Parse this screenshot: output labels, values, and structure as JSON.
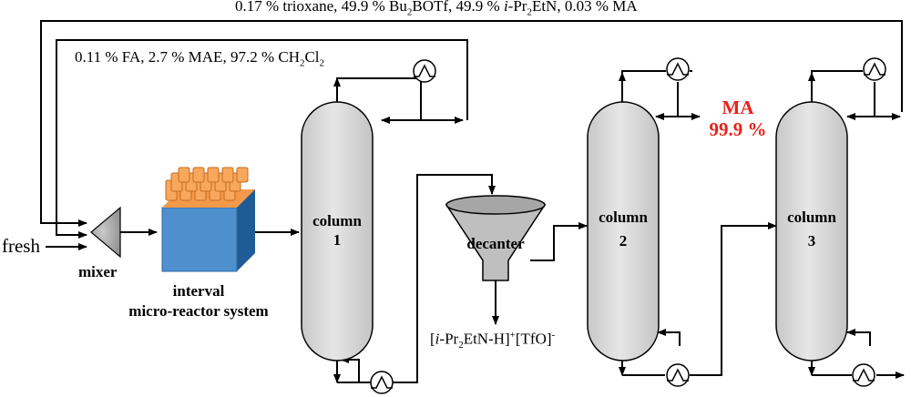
{
  "streams": {
    "recycle_top": {
      "prefix": "0.17 % trioxane, 49.9 % Bu",
      "sub1": "2",
      "mid1": "BOTf, 49.9 % ",
      "italic": "i",
      "mid2": "-Pr",
      "sub2": "2",
      "suffix": "EtN, 0.03 % MA"
    },
    "recycle_inner": {
      "prefix": "0.11 % FA, 2.7 % MAE, 97.2 % CH",
      "sub1": "2",
      "mid": "Cl",
      "sub2": "2"
    },
    "byproduct": {
      "open": "[",
      "italic": "i",
      "mid1": "-Pr",
      "sub1": "2",
      "mid2": "EtN-H]",
      "sup1": "+",
      "mid3": "[TfO]",
      "sup2": "-"
    },
    "feed": "fresh"
  },
  "units": {
    "mixer": "mixer",
    "reactor_line1": "interval",
    "reactor_line2": "micro-reactor system",
    "column1_line1": "column",
    "column1_line2": "1",
    "decanter": "decanter",
    "column2_line1": "column",
    "column2_line2": "2",
    "column3_line1": "column",
    "column3_line2": "3"
  },
  "product": {
    "name": "MA",
    "purity": "99.9 %"
  },
  "colors": {
    "column_fill": "#d9d9d9",
    "reactor_front": "#4e8fce",
    "reactor_top": "#f39a4a",
    "product_text": "#e8211a",
    "line": "#000000"
  }
}
